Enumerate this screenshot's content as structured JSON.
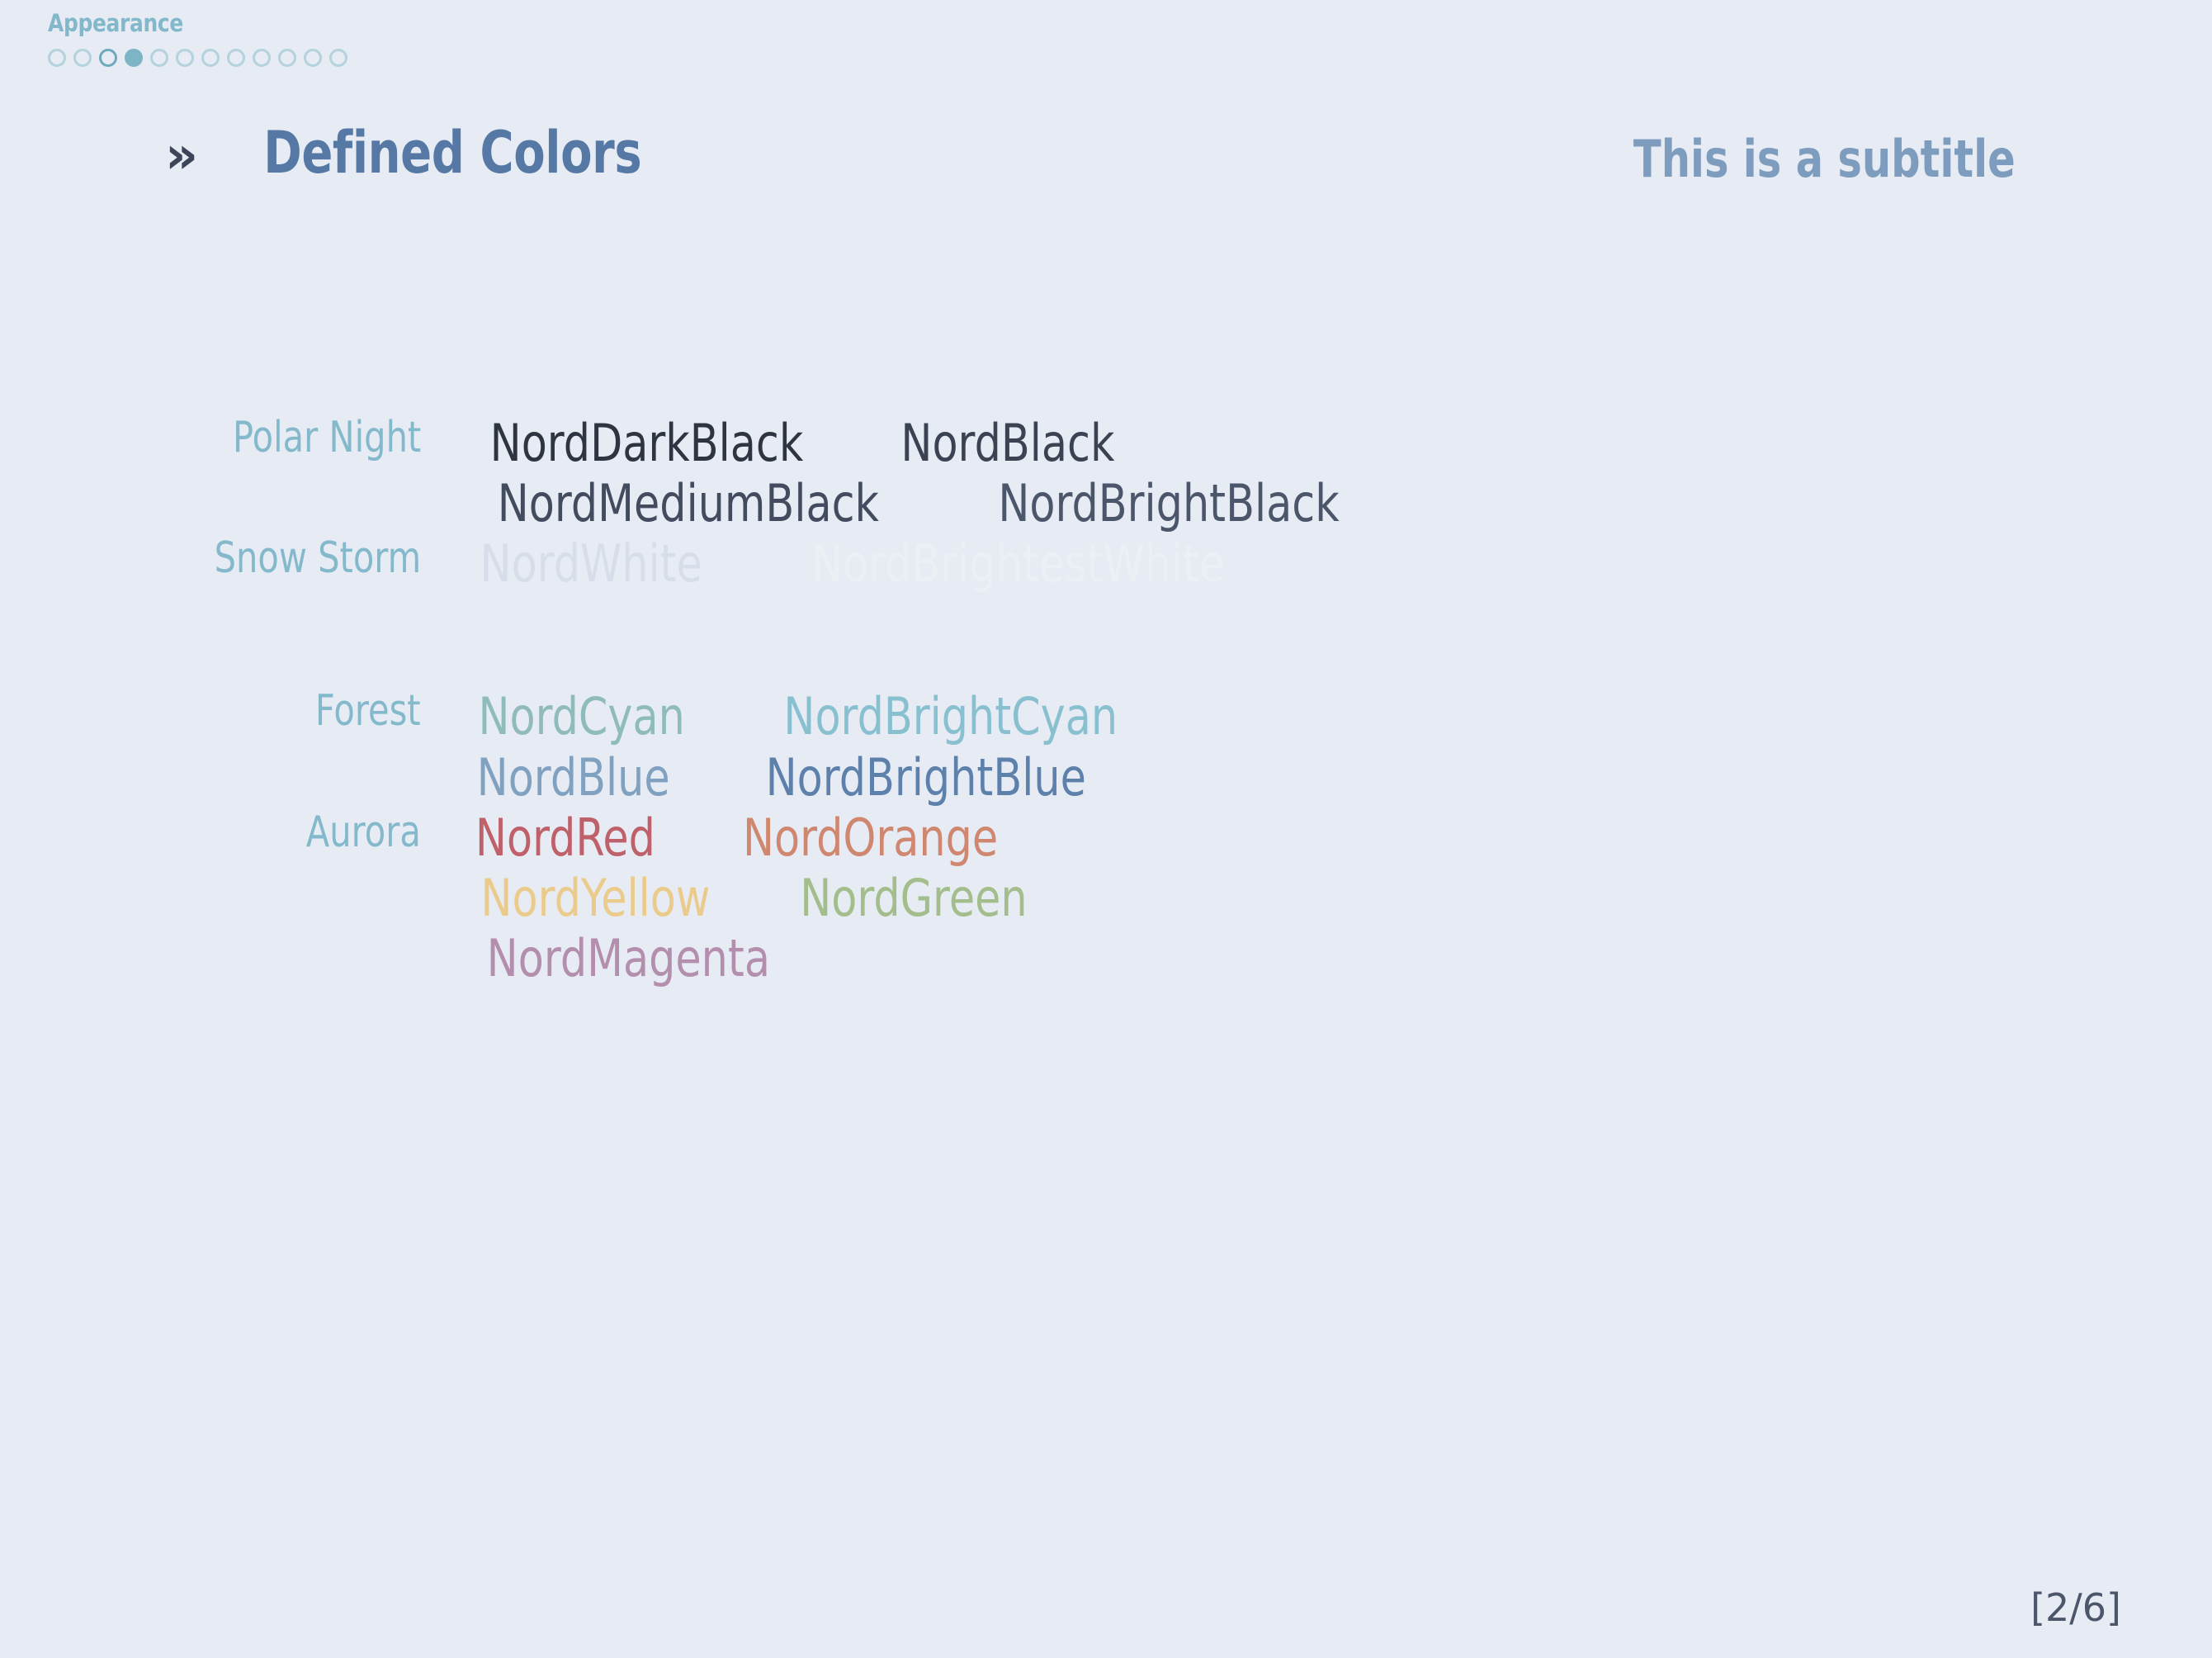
{
  "theme": {
    "background": "#e6ebf4",
    "accent_cyan": "#84b9cb",
    "title_blue": "#5578a4",
    "subtitle_blue": "#7e9cbd",
    "chevron_dark": "#3d4659",
    "dot_idle": "#b4d3dd",
    "dot_current_ring": "#6fa9bd",
    "dot_filled": "#7db5c7",
    "page_number_color": "#4c566a"
  },
  "header": {
    "section_name": "Appearance",
    "progress": {
      "total": 12,
      "active_index": 4,
      "current_ring_index": 3,
      "dots": [
        {
          "state": "idle"
        },
        {
          "state": "idle"
        },
        {
          "state": "current"
        },
        {
          "state": "filled"
        },
        {
          "state": "idle"
        },
        {
          "state": "idle"
        },
        {
          "state": "idle"
        },
        {
          "state": "idle"
        },
        {
          "state": "idle"
        },
        {
          "state": "idle"
        },
        {
          "state": "idle"
        },
        {
          "state": "idle"
        }
      ]
    }
  },
  "title": {
    "chevron": "»",
    "text": "Defined Colors",
    "subtitle": "This is a subtitle"
  },
  "palette": {
    "groups": [
      {
        "label": "Polar Night",
        "rows": [
          [
            {
              "name": "NordDarkBlack",
              "color": "#2e3440"
            },
            {
              "name": "NordBlack",
              "color": "#3b4252"
            }
          ],
          [
            {
              "name": "NordMediumBlack",
              "color": "#434c5e"
            },
            {
              "name": "NordBrightBlack",
              "color": "#4c566a"
            }
          ]
        ]
      },
      {
        "label": "Snow Storm",
        "rows": [
          [
            {
              "name": "NordWhite",
              "color": "#d8dee9"
            },
            {
              "name": "NordBrightestWhite",
              "color": "#eceff4"
            }
          ]
        ]
      },
      {
        "label": "Forest",
        "rows": [
          [
            {
              "name": "NordCyan",
              "color": "#8fbcbb"
            },
            {
              "name": "NordBrightCyan",
              "color": "#88c0d0"
            }
          ],
          [
            {
              "name": "NordBlue",
              "color": "#81a1c1"
            },
            {
              "name": "NordBrightBlue",
              "color": "#5e81ac"
            }
          ]
        ]
      },
      {
        "label": "Aurora",
        "rows": [
          [
            {
              "name": "NordRed",
              "color": "#bf616a"
            },
            {
              "name": "NordOrange",
              "color": "#d08770"
            }
          ],
          [
            {
              "name": "NordYellow",
              "color": "#ebcb8b"
            },
            {
              "name": "NordGreen",
              "color": "#a3be8c"
            }
          ],
          [
            {
              "name": "NordMagenta",
              "color": "#b48ead"
            }
          ]
        ]
      }
    ]
  },
  "footer": {
    "page_number": "[2/6]"
  }
}
